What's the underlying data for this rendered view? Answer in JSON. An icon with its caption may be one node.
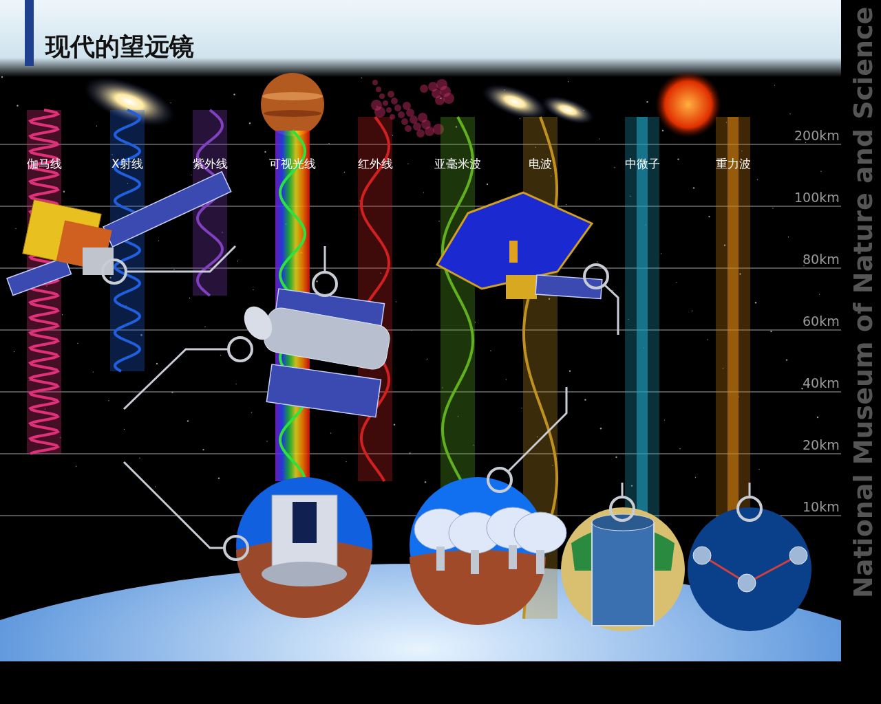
{
  "diagram": {
    "title": "现代的望远镜",
    "labels": [
      "伽马线",
      "X射线",
      "紫外线",
      "可视光线",
      "红外线",
      "亚毫米波",
      "电波",
      "中微子",
      "重力波",
      "200km",
      "100km",
      "80km",
      "60km",
      "40km",
      "20km",
      "10km",
      "National Museum of Nature and Science"
    ]
  }
}
